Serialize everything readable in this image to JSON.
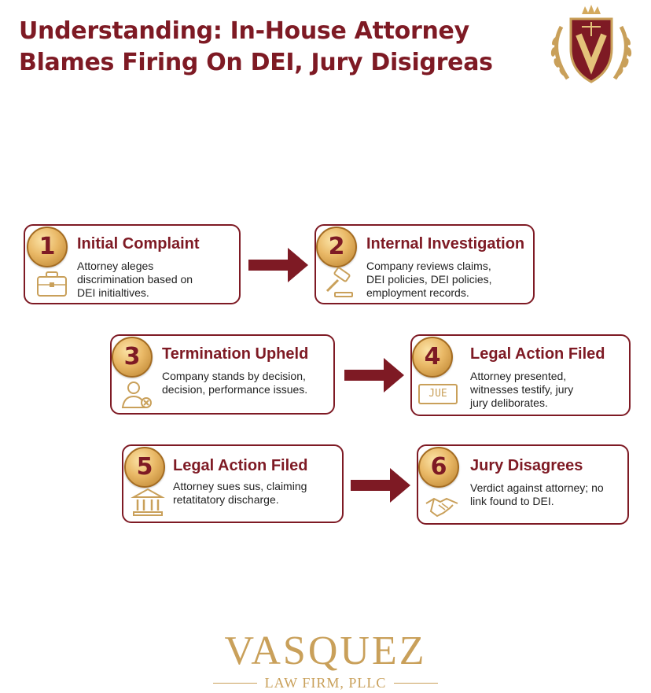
{
  "title": {
    "line1": "Understanding: In-House Attorney",
    "line2": "Blames Firing On DEI, Jury Disigreas"
  },
  "colors": {
    "accent": "#7e1a24",
    "gold": "#c9a05a"
  },
  "steps": [
    {
      "number": "1",
      "title": "Initial Complaint",
      "icon": "briefcase-icon",
      "desc": [
        "Attorney aleges",
        "discrimination based on",
        "DEI initialtives."
      ]
    },
    {
      "number": "2",
      "title": "Internal Investigation",
      "icon": "gavel-icon",
      "desc": [
        "Company reviews claims,",
        "DEI policies, DEI policies,",
        "employment records."
      ]
    },
    {
      "number": "3",
      "title": "Termination Upheld",
      "icon": "person-x-icon",
      "desc": [
        "Company stands by decision,",
        "decision, performance issues."
      ]
    },
    {
      "number": "4",
      "title": "Legal Action Filed",
      "icon": "jury-box-icon",
      "icon_text": "JUE",
      "desc": [
        "Attorney presented,",
        "witnesses testify, jury",
        "jury deliborates."
      ]
    },
    {
      "number": "5",
      "title": "Legal Action Filed",
      "icon": "courthouse-icon",
      "desc": [
        "Attorney sues sus, claiming",
        "retatitatory discharge."
      ]
    },
    {
      "number": "6",
      "title": "Jury Disagrees",
      "icon": "handshake-icon",
      "desc": [
        "Verdict against attorney; no",
        "link found to DEI."
      ]
    }
  ],
  "brand": {
    "name": "VASQUEZ",
    "subtitle": "LAW FIRM, PLLC"
  }
}
